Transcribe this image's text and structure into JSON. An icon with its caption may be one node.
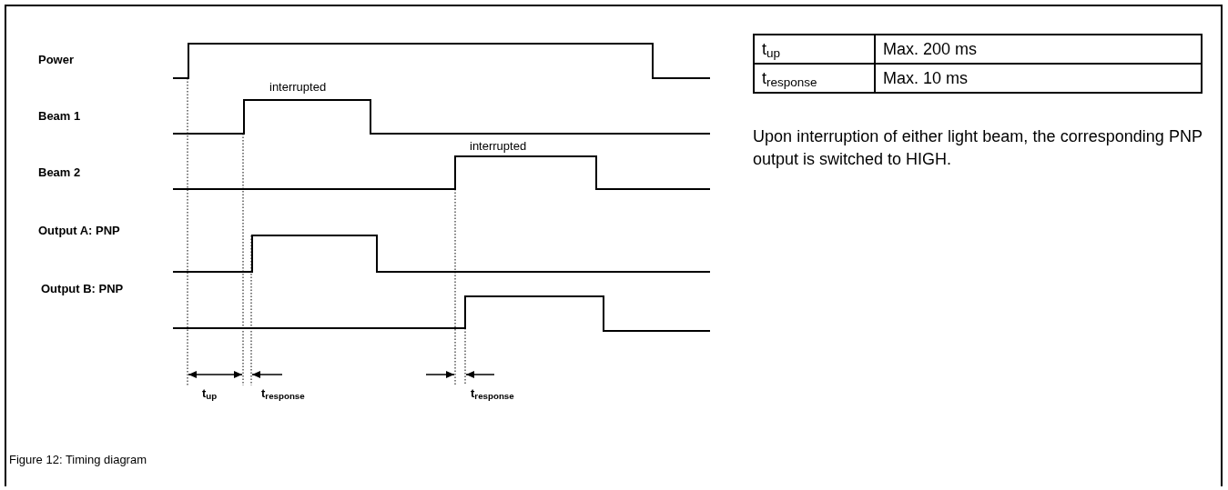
{
  "diagram": {
    "caption": "Figure 12: Timing diagram",
    "labels": [
      "Power",
      "Beam 1",
      "Beam 2",
      "Output A: PNP",
      "Output B: PNP",
      "interrupted",
      "interrupted",
      "t$_{up}$",
      "t$_{response}$",
      "t$_{response}$",
      "t$_{up}$",
      "Max. 200 ms",
      "t$_{response}$",
      "Max. 10 ms",
      "Upon interruption of either light beam, the corresponding PNP output is switched to HIGH."
    ]
  }
}
